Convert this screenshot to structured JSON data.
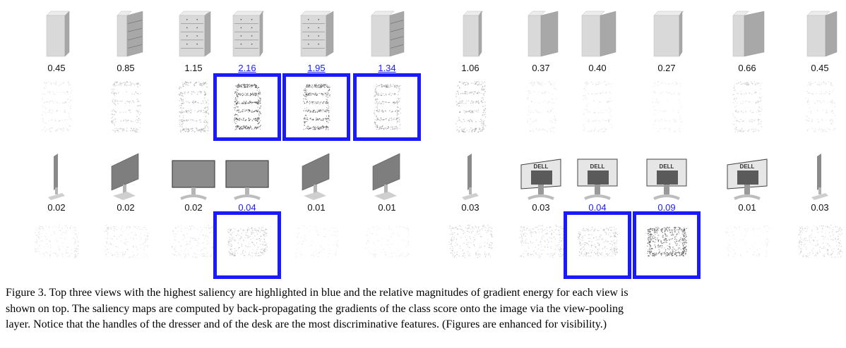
{
  "figure": {
    "rows": [
      {
        "object": "dresser",
        "views": [
          {
            "score": "0.45",
            "highlight": false
          },
          {
            "score": "0.85",
            "highlight": false
          },
          {
            "score": "1.15",
            "highlight": false
          },
          {
            "score": "2.16",
            "highlight": true
          },
          {
            "score": "1.95",
            "highlight": true
          },
          {
            "score": "1.34",
            "highlight": true
          },
          {
            "score": "1.06",
            "highlight": false
          },
          {
            "score": "0.37",
            "highlight": false
          },
          {
            "score": "0.40",
            "highlight": false
          },
          {
            "score": "0.27",
            "highlight": false
          },
          {
            "score": "0.66",
            "highlight": false
          },
          {
            "score": "0.45",
            "highlight": false
          }
        ]
      },
      {
        "object": "monitor",
        "views": [
          {
            "score": "0.02",
            "highlight": false
          },
          {
            "score": "0.02",
            "highlight": false
          },
          {
            "score": "0.02",
            "highlight": false
          },
          {
            "score": "0.04",
            "highlight": true
          },
          {
            "score": "0.01",
            "highlight": false
          },
          {
            "score": "0.01",
            "highlight": false
          },
          {
            "score": "0.03",
            "highlight": false
          },
          {
            "score": "0.03",
            "highlight": false
          },
          {
            "score": "0.04",
            "highlight": true
          },
          {
            "score": "0.09",
            "highlight": true
          },
          {
            "score": "0.01",
            "highlight": false
          },
          {
            "score": "0.03",
            "highlight": false
          }
        ]
      }
    ],
    "brand_text": "DELL",
    "colors": {
      "highlight": "#1a1aff"
    },
    "caption": {
      "line1": "Figure 3. Top three views with the highest saliency are highlighted in blue and the relative magnitudes of gradient energy for each view is",
      "line2": "shown on top. The saliency maps are computed by back-propagating the gradients of the class score onto the image via the view-pooling",
      "line3": "layer. Notice that the handles of the dresser and of the desk are the most discriminative features. (Figures are enhanced for visibility.)"
    }
  }
}
